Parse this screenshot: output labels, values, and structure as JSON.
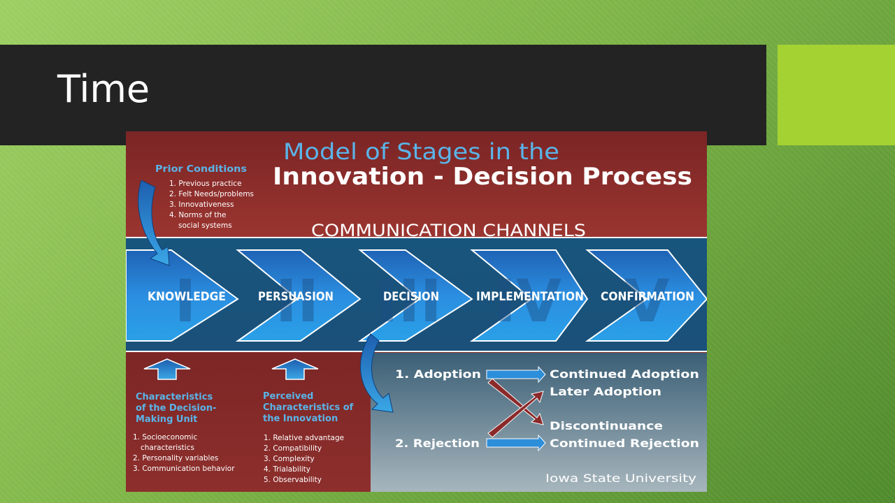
{
  "slide": {
    "title": "Time"
  },
  "diagram": {
    "heading_line1": "Model of Stages in the",
    "heading_line2": "Innovation - Decision Process",
    "channels_label": "COMMUNICATION CHANNELS",
    "prior_conditions": {
      "heading": "Prior Conditions",
      "items": [
        "1. Previous practice",
        "2. Felt Needs/problems",
        "3. Innovativeness",
        "4. Norms of the",
        "social systems"
      ]
    },
    "stages": [
      {
        "label": "KNOWLEDGE",
        "numeral": "I"
      },
      {
        "label": "PERSUASION",
        "numeral": "II"
      },
      {
        "label": "DECISION",
        "numeral": "III"
      },
      {
        "label": "IMPLEMENTATION",
        "numeral": "IV"
      },
      {
        "label": "CONFIRMATION",
        "numeral": "V"
      }
    ],
    "decision_unit": {
      "heading": [
        "Characteristics",
        "of the Decision-",
        "Making Unit"
      ],
      "items": [
        "1. Socioeconomic",
        "characteristics",
        "2. Personality variables",
        "3. Communication behavior"
      ]
    },
    "perceived": {
      "heading": [
        "Perceived",
        "Characteristics of",
        "the Innovation"
      ],
      "items": [
        "1. Relative advantage",
        "2. Compatibility",
        "3. Complexity",
        "4. Trialability",
        "5. Observability"
      ]
    },
    "outcomes": {
      "adoption": "1. Adoption",
      "rejection": "2. Rejection",
      "continued_adoption": "Continued Adoption",
      "later_adoption": "Later Adoption",
      "discontinuance": "Discontinuance",
      "continued_rejection": "Continued Rejection"
    },
    "credit": "Iowa State University"
  },
  "colors": {
    "title_bar": "#232323",
    "accent": "#a5d233",
    "diagram_red": "#8b2a2a",
    "band_blue": "#1f5f8b",
    "heading_blue": "#5ab4e8",
    "outcome_panel": "#7f9aa8"
  }
}
